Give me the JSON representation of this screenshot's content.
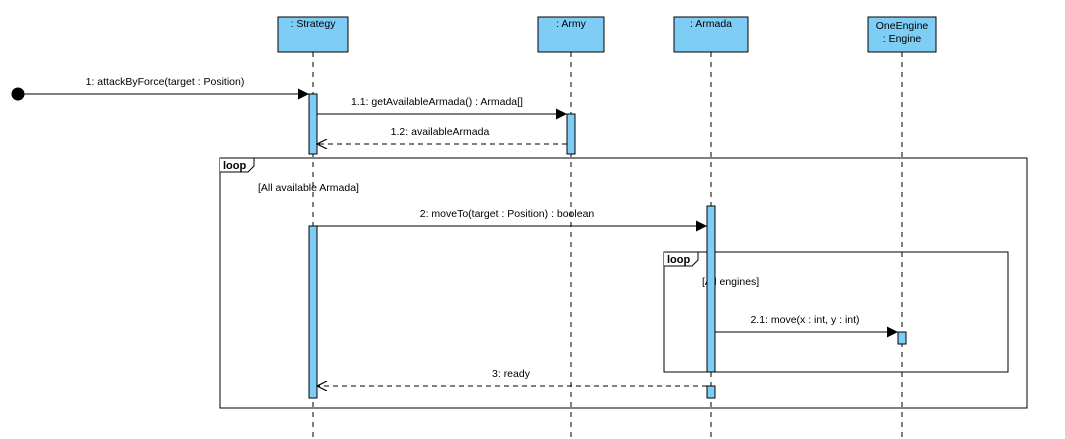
{
  "lifelines": [
    {
      "id": "strategy",
      "line1": ": Strategy",
      "line2": ""
    },
    {
      "id": "army",
      "line1": ": Army",
      "line2": ""
    },
    {
      "id": "armada",
      "line1": ": Armada",
      "line2": ""
    },
    {
      "id": "engine",
      "line1": "OneEngine",
      "line2": ": Engine"
    }
  ],
  "messages": [
    {
      "id": "m1",
      "label": "1: attackByForce(target : Position)",
      "kind": "found"
    },
    {
      "id": "m11",
      "label": "1.1: getAvailableArmada() : Armada[]",
      "kind": "sync"
    },
    {
      "id": "m12",
      "label": "1.2: availableArmada",
      "kind": "return"
    },
    {
      "id": "m2",
      "label": "2: moveTo(target : Position) : boolean",
      "kind": "sync"
    },
    {
      "id": "m21",
      "label": "2.1: move(x : int, y : int)",
      "kind": "sync"
    },
    {
      "id": "m3",
      "label": "3: ready",
      "kind": "return"
    }
  ],
  "fragments": [
    {
      "id": "outer",
      "operator": "loop",
      "guard": "[All available Armada]"
    },
    {
      "id": "inner",
      "operator": "loop",
      "guard": "[All engines]"
    }
  ],
  "colors": {
    "lifeline_fill": "#7ecdf4",
    "activation_fill": "#7ecdf4",
    "stroke": "#000000",
    "background": "#ffffff"
  }
}
